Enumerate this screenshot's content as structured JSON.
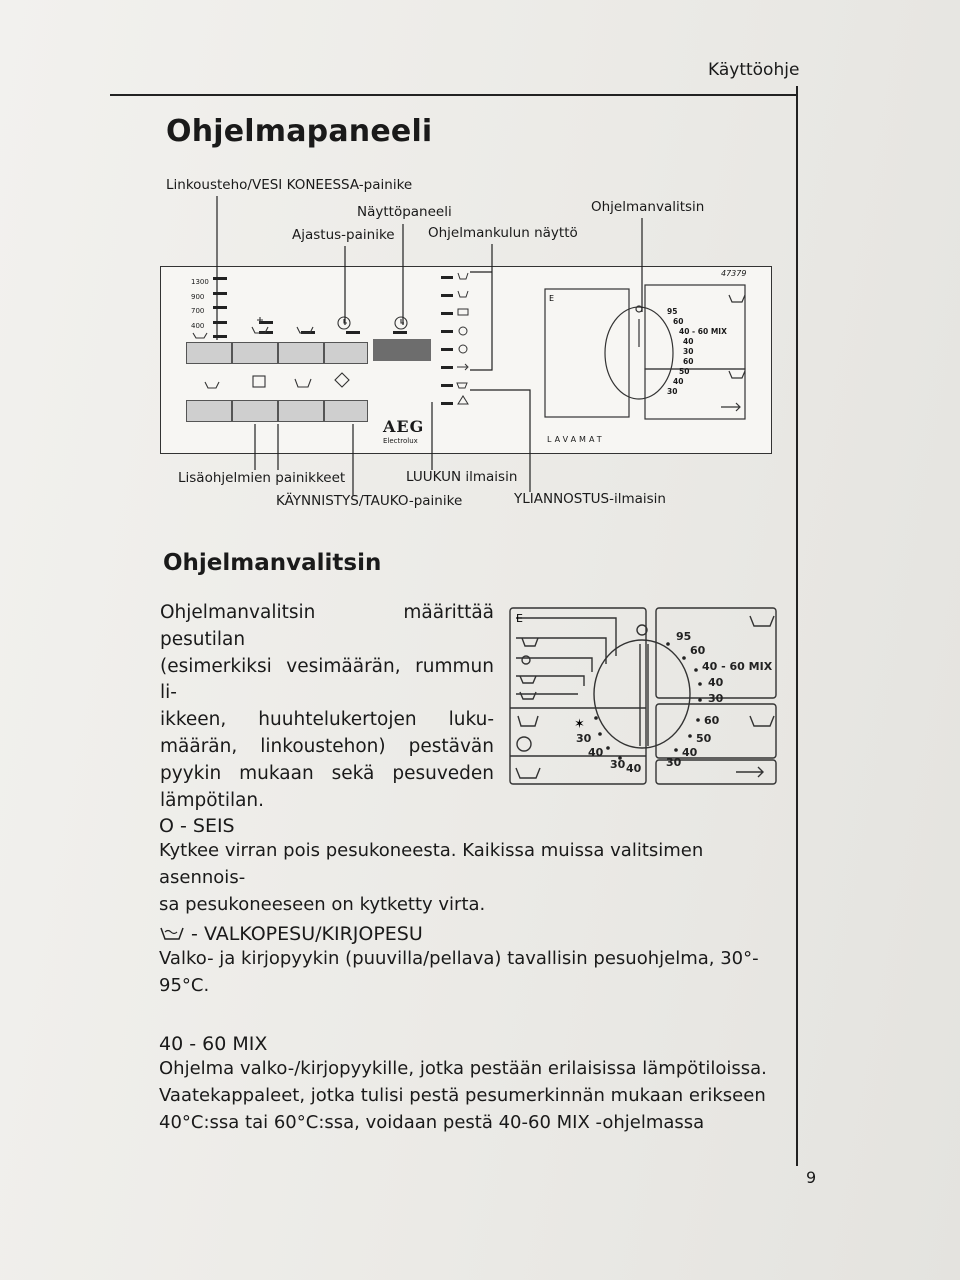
{
  "header": {
    "title": "Käyttöohje"
  },
  "heading_panel": "Ohjelmapaneeli",
  "panel_labels": {
    "spin_button": "Linkousteho/VESI KONEESSA-painike",
    "display_panel": "Näyttöpaneeli",
    "timer_button": "Ajastus-painike",
    "progress_display": "Ohjelmankulun näyttö",
    "program_selector": "Ohjelmanvalitsin",
    "extra_buttons": "Lisäohjelmien painikkeet",
    "door_indicator": "LUUKUN ilmaisin",
    "start_pause": "KÄYNNISTYS/TAUKO-painike",
    "overdose_indicator": "YLIANNOSTUS-ilmaisin"
  },
  "panel": {
    "model_no": "47379",
    "brand": "AEG",
    "sub_brand": "Electrolux",
    "series": "LAVAMAT",
    "spin_speeds": [
      "1300",
      "900",
      "700",
      "400"
    ]
  },
  "dial": {
    "temps_upper": [
      "95",
      "60",
      "40 - 60 MIX",
      "40",
      "30"
    ],
    "temps_lower": [
      "60",
      "50",
      "40",
      "30"
    ],
    "temps_left": [
      "30",
      "40",
      "30",
      "40"
    ],
    "temps_bottom": [
      "30",
      "40",
      "40",
      "30"
    ],
    "e_label": "E"
  },
  "heading_selector": "Ohjelmanvalitsin",
  "selector_text_lines": [
    "Ohjelmanvalitsin määrittää pesutilan",
    "(esimerkiksi vesimäärän, rummun li-",
    "ikkeen, huuhtelukertojen luku-",
    "määrän, linkoustehon) pestävän",
    "pyykin mukaan sekä pesuveden",
    "lämpötilan."
  ],
  "sections": [
    {
      "title": "O - SEIS",
      "text": [
        "Kytkee virran pois pesukoneesta. Kaikissa muissa valitsimen asennois-",
        "sa pesukoneeseen on kytketty virta."
      ]
    },
    {
      "title": "- VALKOPESU/KIRJOPESU",
      "text": [
        "Valko- ja kirjopyykin (puuvilla/pellava) tavallisin pesuohjelma, 30°-",
        "95°C."
      ]
    },
    {
      "title": "40 - 60 MIX",
      "text": [
        "Ohjelma valko-/kirjopyykille, jotka pestään erilaisissa lämpötiloissa.",
        "Vaatekappaleet, jotka tulisi pestä pesumerkinnän mukaan erikseen",
        "40°C:ssa tai 60°C:ssa, voidaan pestä 40-60 MIX -ohjelmassa"
      ]
    }
  ],
  "page_number": "9"
}
